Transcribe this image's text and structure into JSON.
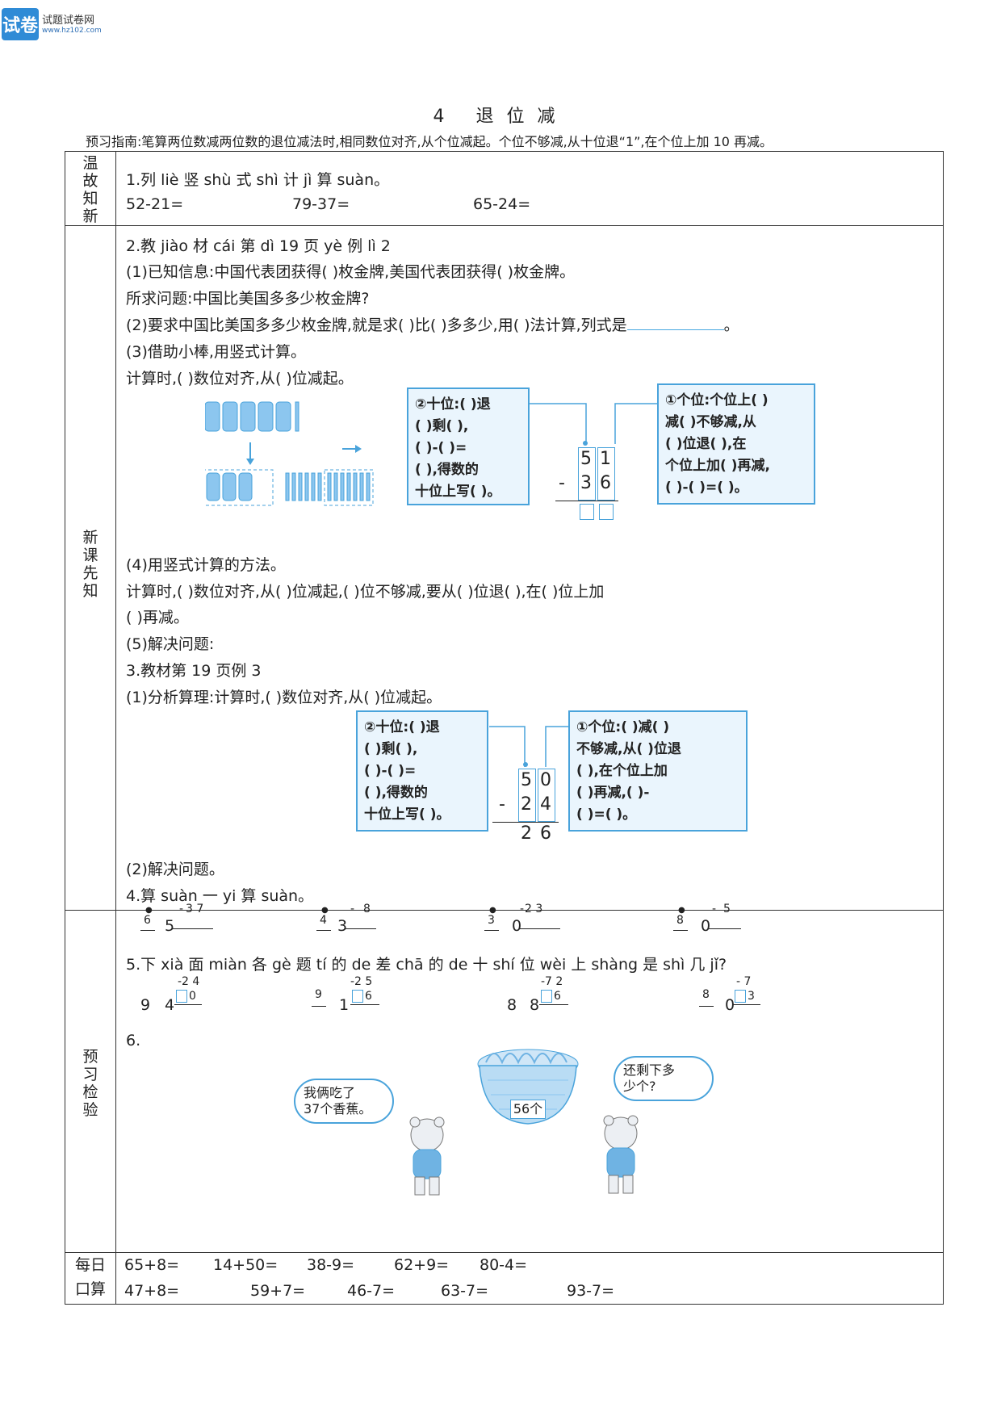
{
  "logo": {
    "badge": "试卷",
    "name": "试题试卷网",
    "url": "www.hz102.com"
  },
  "title": "4 退位减",
  "guide": "预习指南:笔算两位数减两位数的退位减法时,相同数位对齐,从个位减起。个位不够减,从十位退“1”,在个位上加 10 再减。",
  "sections": {
    "review": {
      "label": "温故知新",
      "q1": "1.列 liè 竖 shù 式 shì 计 jì 算 suàn。",
      "exprs": [
        "52-21=",
        "79-37=",
        "65-24="
      ]
    },
    "new": {
      "label": "新课先知",
      "q2": "2.教 jiào 材 cái 第 dì 19 页 yè 例 lì 2",
      "l1": "(1)已知信息:中国代表团获得(     )枚金牌,美国代表团获得(      )枚金牌。",
      "l2": "所求问题:中国比美国多多少枚金牌?",
      "l3": "(2)要求中国比美国多多少枚金牌,就是求(     )比(     )多多少,用(     )法计算,列式是",
      "l3end": "。",
      "l4": "(3)借助小棒,用竖式计算。",
      "l5": "计算时,(          )数位对齐,从(      )位减起。",
      "boxA1": "②十位:( )退\n( )剩( ),\n( )-( )=\n( ),得数的\n十位上写( )。",
      "boxA2": "①个位:个位上( )\n减( )不够减,从\n( )位退( ),在\n个位上加( )再减,\n( )-( )=( )。",
      "calcA": {
        "top": [
          "5",
          "1"
        ],
        "bottom": [
          "3",
          "6"
        ],
        "minus": "-"
      },
      "l6": "(4)用竖式计算的方法。",
      "l7": "计算时,(      )数位对齐,从(      )位减起,(      )位不够减,要从(      )位退(      ),在(      )位上加",
      "l8": "(      )再减。",
      "l9": "(5)解决问题:",
      "q3": "3.教材第 19 页例 3",
      "l10": "(1)分析算理:计算时,(          )数位对齐,从(      )位减起。",
      "boxB1": "②十位:( )退\n( )剩( ),\n( )-( )=\n( ),得数的\n十位上写( )。",
      "boxB2": "①个位:( )减( )\n不够减,从( )位退\n( ),在个位上加\n( )再减,( )-\n( )=( )。",
      "calcB": {
        "top": [
          "5",
          "0"
        ],
        "bottom": [
          "2",
          "4"
        ],
        "result": [
          "2",
          "6"
        ],
        "minus": "-"
      },
      "l11": "(2)解决问题。",
      "q4": "4.算 suàn 一 yi 算 suàn。",
      "q4items": [
        {
          "a": "6",
          "b": "3 7",
          "c": "5",
          "minus": "-"
        },
        {
          "a": "4",
          "b": "8",
          "c": "3",
          "minus": "-"
        },
        {
          "a": "3",
          "b": "2 3",
          "c": "0",
          "minus": "-"
        },
        {
          "a": "8",
          "b": "5",
          "c": "0",
          "minus": "-"
        }
      ]
    },
    "check": {
      "label": "预习检验",
      "q5": "5.下 xià 面 miàn 各 gè 题 tí 的 de 差 chā 的 de 十 shí 位 wèi 上 shàng 是 shì 几 jǐ?",
      "q5items": [
        {
          "a": "9",
          "b": "4",
          "sub": "-2 4",
          "res": "0"
        },
        {
          "a": "9",
          "b": "1",
          "sub": "-2 5",
          "res": "6"
        },
        {
          "a": "8",
          "b": "8",
          "sub": "-7 2",
          "res": "6"
        },
        {
          "a": "8",
          "b": "0",
          "sub": "- 7",
          "res": "3"
        }
      ],
      "q6": "6.",
      "bubble_left": "我俩吃了\n37个香蕉。",
      "bubble_right": "还剩下多\n少个?",
      "basket": "56个"
    },
    "daily": {
      "label1": "每日",
      "label2": "口算",
      "row1": [
        "65+8=",
        "14+50=",
        "38-9=",
        "62+9=",
        "80-4="
      ],
      "row2": [
        "47+8=",
        "59+7=",
        "46-7=",
        "63-7=",
        "93-7="
      ]
    }
  },
  "colors": {
    "accent": "#49a3db",
    "box_fill": "#eaf5fd"
  }
}
